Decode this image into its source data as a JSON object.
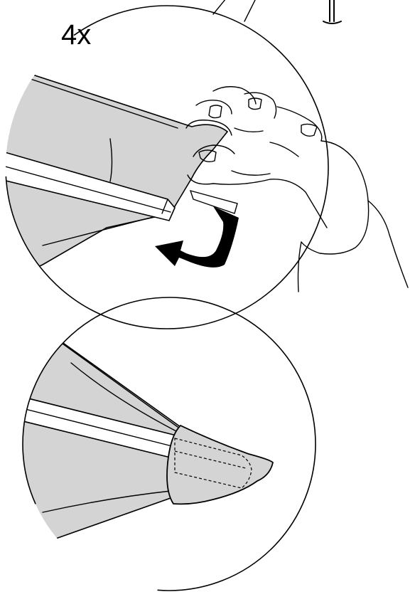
{
  "instruction": {
    "repeat_count": "4x"
  },
  "colors": {
    "fabric": "#d4d4d4",
    "outline": "#000000",
    "background": "#ffffff"
  },
  "icons": {
    "hand": "hand-icon",
    "arrow": "curved-arrow-icon",
    "rod": "rib-rod",
    "cap": "end-cap-pocket"
  }
}
